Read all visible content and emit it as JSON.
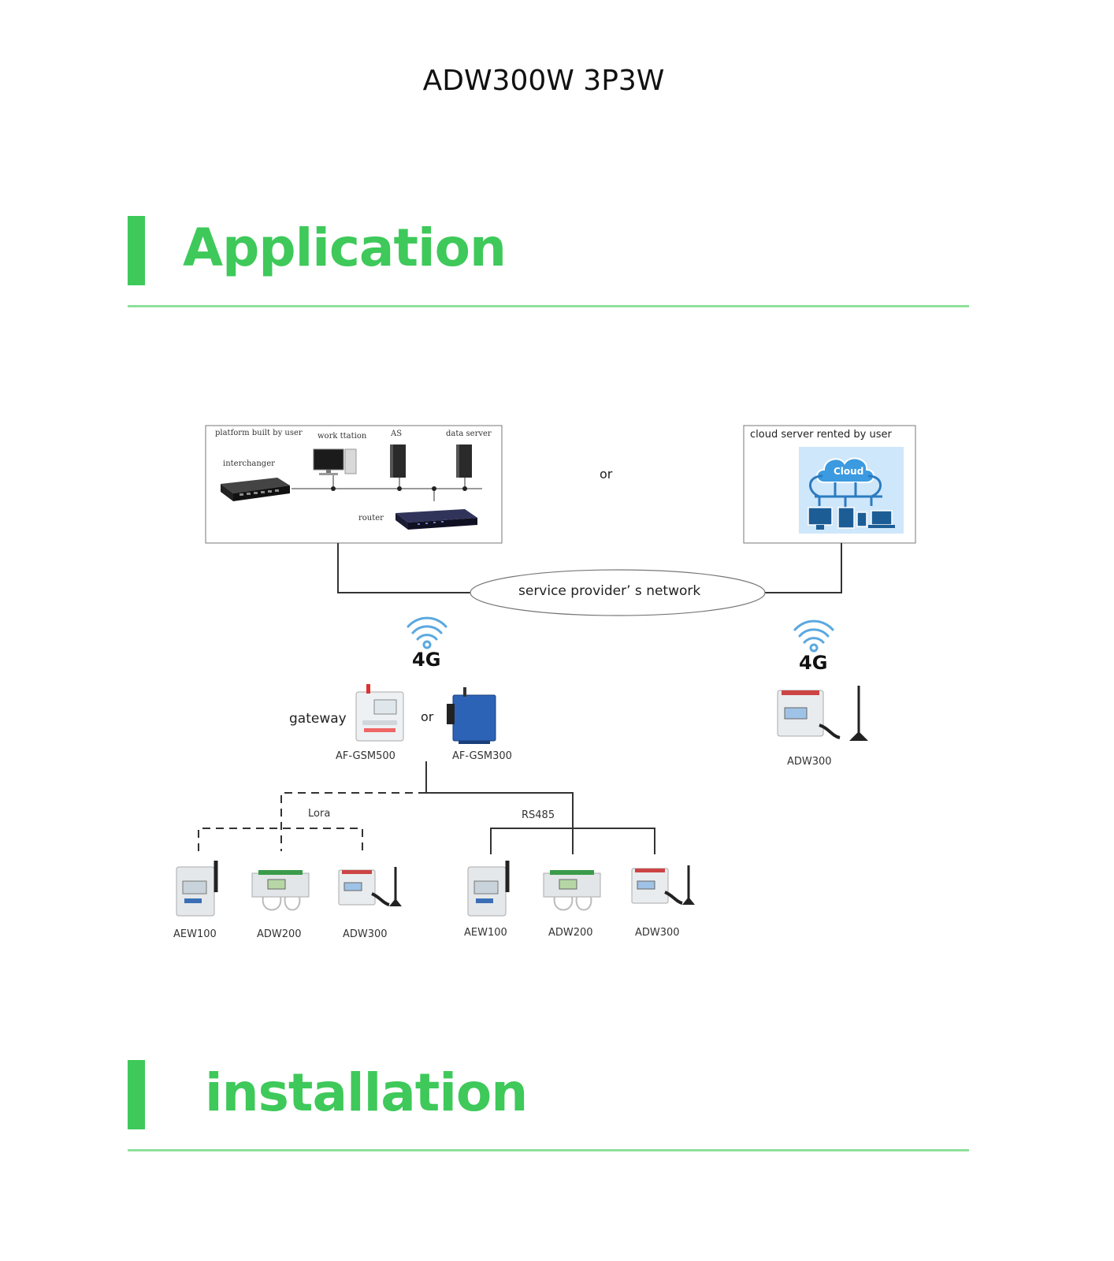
{
  "title": "ADW300W 3P3W",
  "sections": {
    "application": "Application",
    "installation": "installation"
  },
  "platform": {
    "heading": "platform built by user",
    "workstation": "work ttation",
    "as": "AS",
    "data_server": "data server",
    "interchanger": "interchanger",
    "router": "router"
  },
  "cloud": {
    "heading": "cloud server rented by user",
    "label": "Cloud"
  },
  "or_labels": {
    "top": "or",
    "gateway": "or"
  },
  "network": "service provider’  s network",
  "signal": {
    "left": "4G",
    "right": "4G"
  },
  "gateway": {
    "label": "gateway",
    "device_a": "AF-GSM500",
    "device_b": "AF-GSM300"
  },
  "standalone_device": "ADW300",
  "lora": {
    "label": "Lora",
    "devices": [
      "AEW100",
      "ADW200",
      "ADW300"
    ]
  },
  "rs485": {
    "label": "RS485",
    "devices": [
      "AEW100",
      "ADW200",
      "ADW300"
    ]
  },
  "colors": {
    "accent": "#3ec95a",
    "rule": "#8ee09b",
    "wifi": "#5aa8e0",
    "line": "#333333"
  }
}
